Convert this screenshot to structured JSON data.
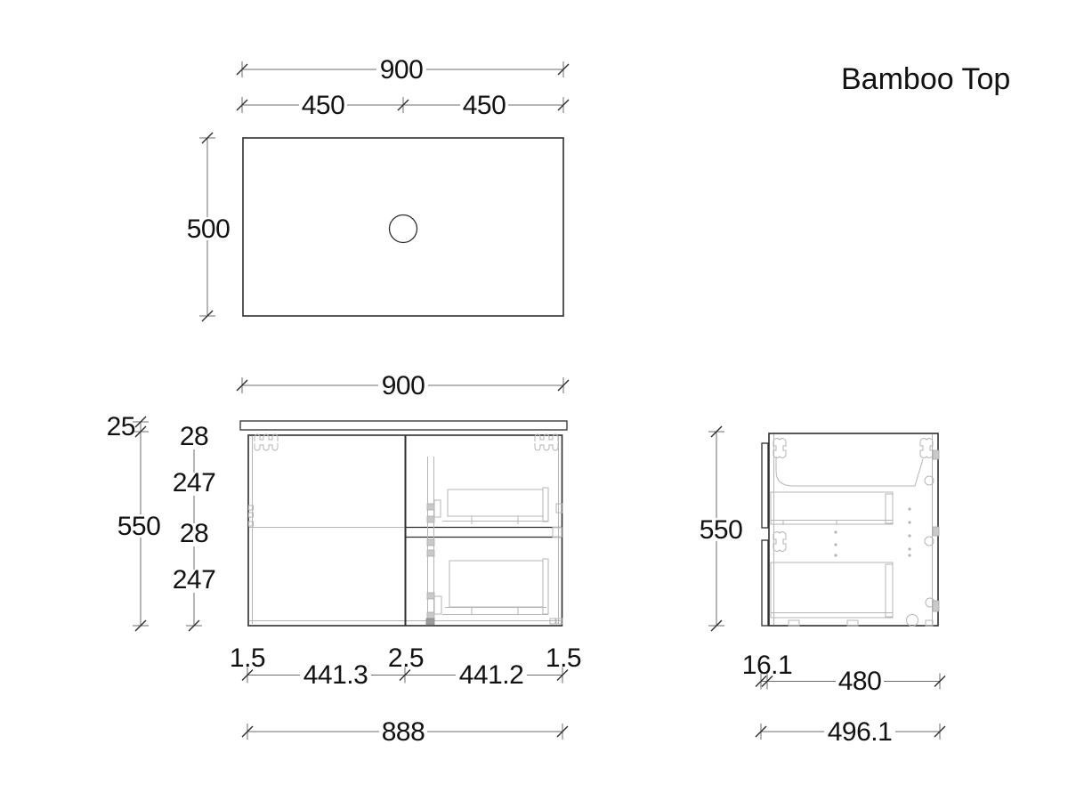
{
  "title": "Bamboo Top",
  "colors": {
    "line": "#2e2e2e",
    "dimension": "#6e6e6e",
    "internals": "#b5b5b5",
    "text": "#121212",
    "background": "#ffffff"
  },
  "top_view": {
    "width_label": "900",
    "left_half_label": "450",
    "right_half_label": "450",
    "depth_label": "500"
  },
  "front_view": {
    "width_label": "900",
    "benchtop_thickness_label": "25",
    "height_label": "550",
    "chain": [
      "28",
      "247",
      "28",
      "247"
    ],
    "bottom": {
      "left_edge": "1.5",
      "left_panel": "441.3",
      "center_gap": "2.5",
      "right_panel": "441.2",
      "right_edge": "1.5",
      "carcass_width": "888"
    }
  },
  "side_view": {
    "height_label": "550",
    "door_thickness_label": "16.1",
    "body_depth_label": "480",
    "overall_depth_label": "496.1"
  }
}
